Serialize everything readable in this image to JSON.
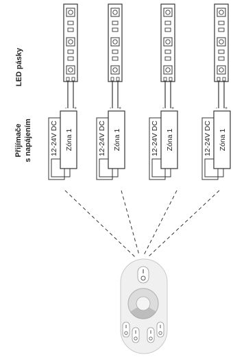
{
  "labels": {
    "led_strips": "LED pásky",
    "receivers_line1": "Přijímače",
    "receivers_line2": "s napájením"
  },
  "receiver": {
    "power": "12-24V DC",
    "zone": "Zóna 1"
  },
  "polarity": {
    "minus": "-",
    "plus": "+"
  },
  "units": [
    {
      "id": 1
    },
    {
      "id": 2
    },
    {
      "id": 3
    },
    {
      "id": 4
    }
  ],
  "colors": {
    "line": "#333333",
    "strip_fill": "#ffffff",
    "remote_body": "#f0f0f0",
    "remote_dial": "#d8d8d8"
  }
}
